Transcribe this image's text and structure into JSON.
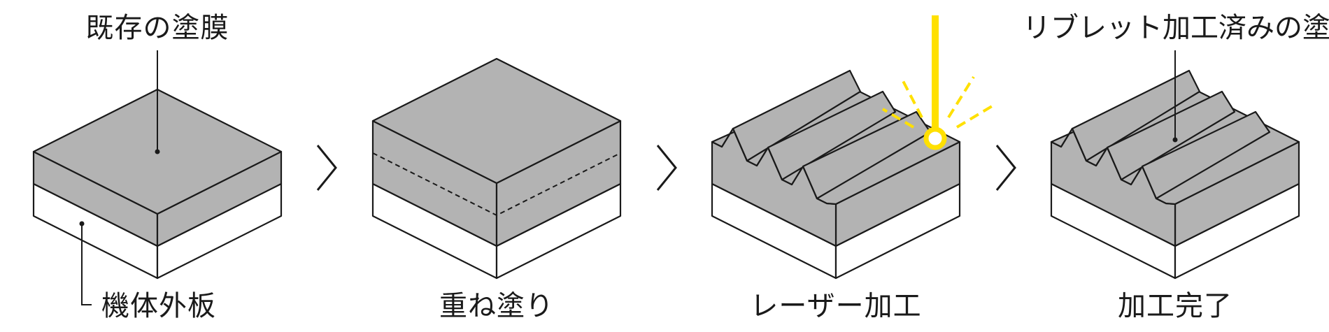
{
  "labels": {
    "existing_coating": "既存の塗膜",
    "airframe_skin": "機体外板",
    "step_overcoat": "重ね塗り",
    "step_laser": "レーザー加工",
    "step_complete": "加工完了",
    "riblet_coating": "リブレット加工済みの塗膜"
  },
  "icons": {
    "arrow": "chevron-right-icon",
    "laser": "laser-beam-icon"
  },
  "colors": {
    "coating": "#b3b3b3",
    "substrate": "#ffffff",
    "outline": "#1a1a1a",
    "laser": "#ffe000"
  }
}
